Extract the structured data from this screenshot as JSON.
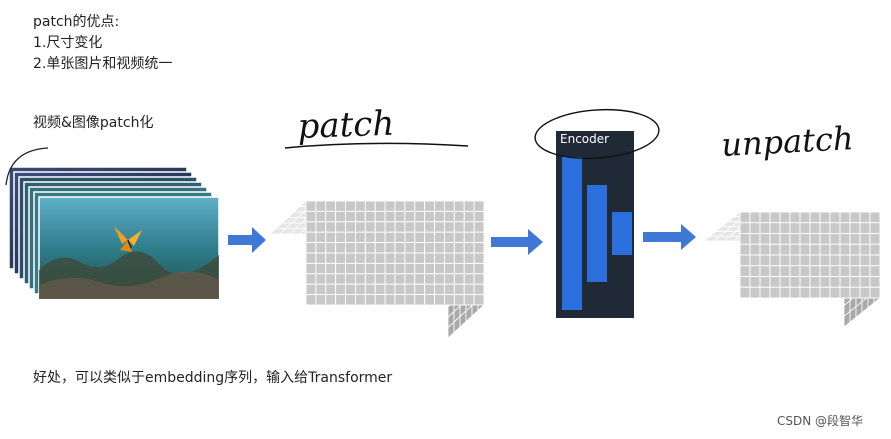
{
  "notes": {
    "heading": "patch的优点:",
    "point1": "1.尺寸变化",
    "point2": "2.单张图片和视频统一",
    "video_label": "视频&图像patch化",
    "benefit": "好处，可以类似于embedding序列，输入给Transformer"
  },
  "annotations": {
    "patch_handwritten": "patch",
    "unpatch_handwritten": "unpatch"
  },
  "encoder": {
    "label": "Encoder"
  },
  "watermark": "CSDN @段智华",
  "colors": {
    "arrow": "#3f78d6",
    "encoder_bg": "#1f2a36",
    "encoder_bar": "#2a6fdb",
    "cube_front": "#c8c8c8",
    "cube_top": "#e6e6e6",
    "cube_side": "#a9a9a9"
  }
}
